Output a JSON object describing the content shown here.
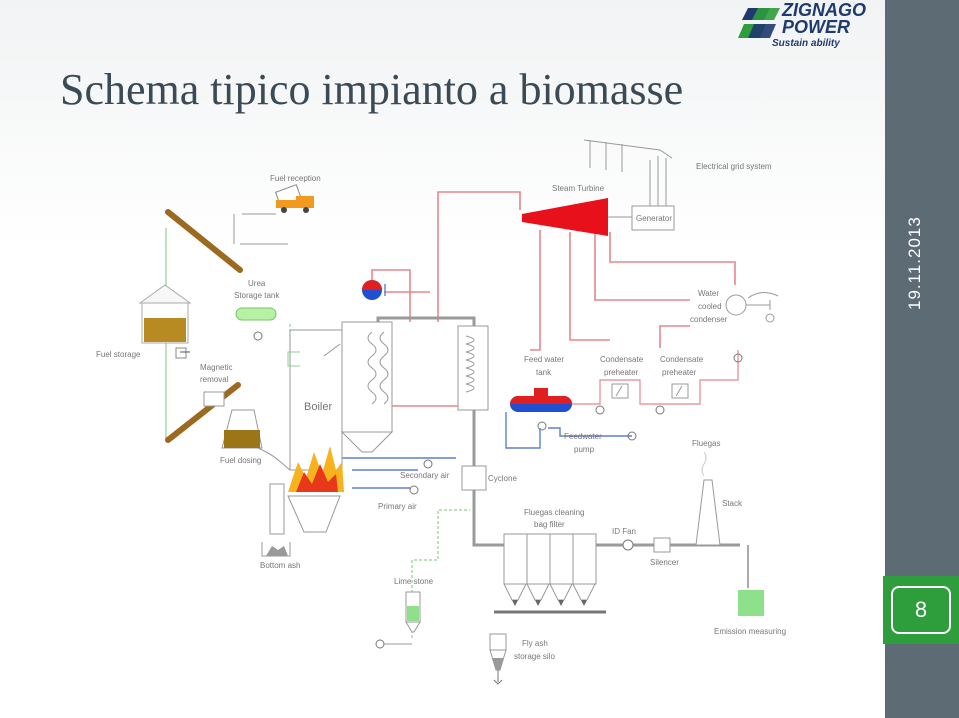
{
  "title": "Schema tipico impianto a biomasse",
  "date": "19.11.2013",
  "page_number": "8",
  "logo": {
    "line1": "ZIGNAGO",
    "line2": "POWER",
    "tagline": "Sustain ability"
  },
  "colors": {
    "sidebar": "#5d6b75",
    "page_badge": "#2e9d3c",
    "title": "#3b4a55",
    "logo": "#1e3a6e",
    "steam_line": "#e0404a",
    "water_line": "#2060d0",
    "turbine": "#e8101a"
  },
  "diagram": {
    "labels": {
      "fuel_reception": "Fuel reception",
      "steam_turbine": "Steam Turbine",
      "electrical_grid": "Electrical grid system",
      "generator": "Generator",
      "urea_tank": [
        "Urea",
        "Storage tank"
      ],
      "water_cooled_condenser": [
        "Water",
        "cooled",
        "condenser"
      ],
      "fuel_storage": "Fuel storage",
      "magnetic_removal": [
        "Magnetic",
        "removal"
      ],
      "boiler": "Boiler",
      "feed_water_tank": [
        "Feed water",
        "tank"
      ],
      "condensate_preheater_1": [
        "Condensate",
        "preheater"
      ],
      "condensate_preheater_2": [
        "Condensate",
        "preheater"
      ],
      "feedwater_pump": [
        "Feedwater",
        "pump"
      ],
      "fluegas": "Fluegas",
      "fuel_dosing": "Fuel dosing",
      "secondary_air": "Secondary air",
      "cyclone": "Cyclone",
      "primary_air": "Primary air",
      "fluegas_cleaning": [
        "Fluegas cleaning",
        "bag filter"
      ],
      "id_fan": "ID Fan",
      "stack": "Stack",
      "bottom_ash": "Bottom ash",
      "silencer": "Silencer",
      "lime_stone": "Lime stone",
      "emission_measuring": "Emission measuring",
      "fly_ash_silo": [
        "Fly ash",
        "storage silo"
      ]
    }
  }
}
